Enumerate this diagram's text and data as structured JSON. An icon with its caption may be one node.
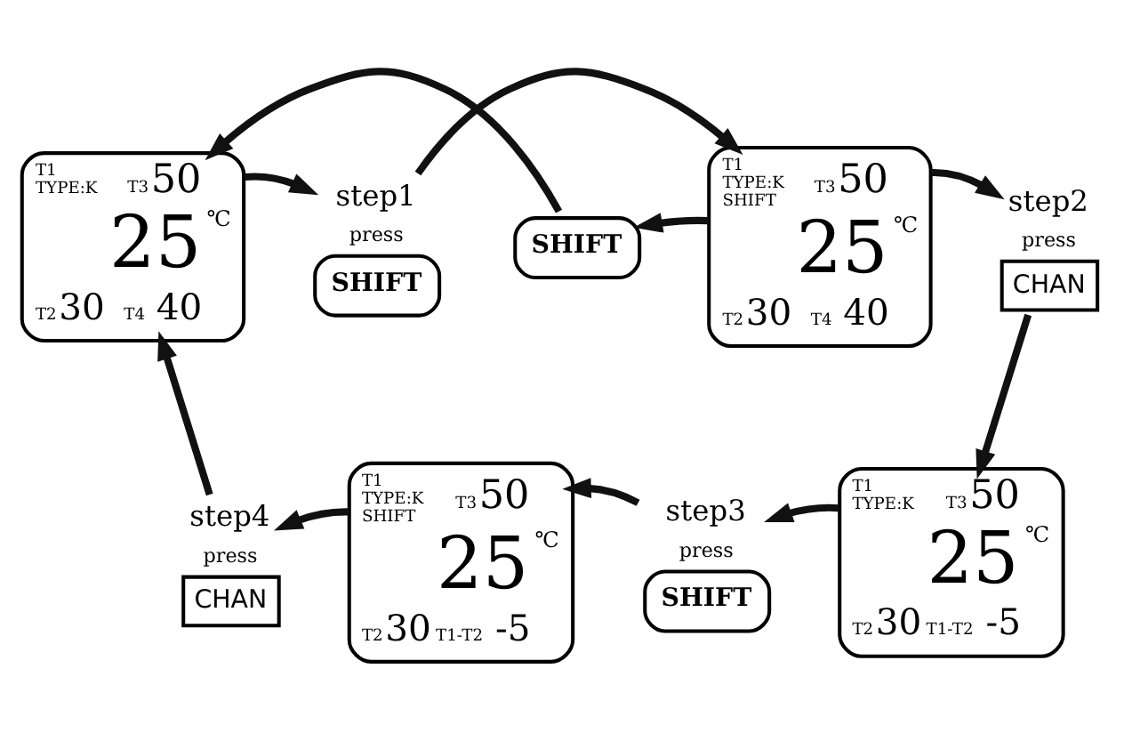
{
  "diagram": {
    "nodes": [
      {
        "text": [
          "T1",
          "TYPE:K",
          "T3",
          "50",
          "25",
          "℃",
          "T2",
          "30",
          "T4",
          "40"
        ]
      },
      {
        "text": [
          "SHIFT"
        ],
        "beside": [
          "step1",
          "press"
        ]
      },
      {
        "text": [
          "SHIFT"
        ]
      },
      {
        "text": [
          "T1",
          "TYPE:K",
          "SHIFT",
          "T3",
          "50",
          "25",
          "℃",
          "T2",
          "30",
          "T4",
          "40"
        ]
      },
      {
        "text": [
          "CHAN"
        ],
        "beside": [
          "step2",
          "press"
        ]
      },
      {
        "text": [
          "T1",
          "TYPE:K",
          "T3",
          "50",
          "25",
          "℃",
          "T2",
          "30",
          "T1-T2",
          "-5"
        ]
      },
      {
        "text": [
          "SHIFT"
        ],
        "beside": [
          "step3",
          "press"
        ]
      },
      {
        "text": [
          "T1",
          "TYPE:K",
          "SHIFT",
          "T3",
          "50",
          "25",
          "℃",
          "T2",
          "30",
          "T1-T2",
          "-5"
        ]
      },
      {
        "text": [
          "CHAN"
        ],
        "beside": [
          "step4",
          "press"
        ]
      }
    ],
    "edges": [
      {
        "from": 0,
        "to": 1,
        "arrow": "to"
      },
      {
        "from": 1,
        "to": 3,
        "arrow": "to"
      },
      {
        "from": 3,
        "to": 2,
        "arrow": "to"
      },
      {
        "from": 2,
        "to": 0,
        "arrow": "to"
      },
      {
        "from": 3,
        "to": 4,
        "arrow": "to"
      },
      {
        "from": 4,
        "to": 5,
        "arrow": "to"
      },
      {
        "from": 5,
        "to": 6,
        "arrow": "to"
      },
      {
        "from": 6,
        "to": 7,
        "arrow": "to"
      },
      {
        "from": 7,
        "to": 8,
        "arrow": "to"
      },
      {
        "from": 8,
        "to": 0,
        "arrow": "to"
      }
    ]
  }
}
